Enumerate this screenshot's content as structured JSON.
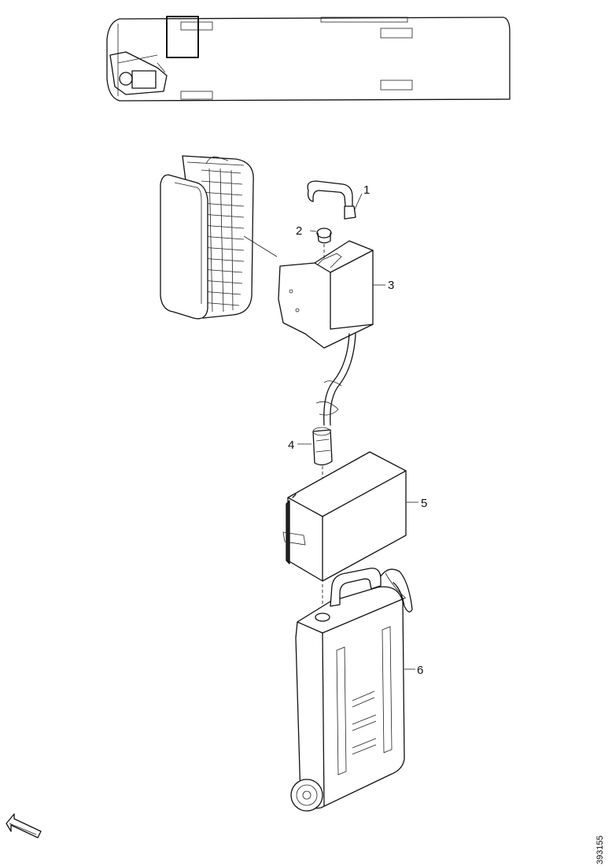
{
  "diagram": {
    "callouts": [
      {
        "id": "1",
        "label": "1"
      },
      {
        "id": "2",
        "label": "2"
      },
      {
        "id": "3",
        "label": "3"
      },
      {
        "id": "4",
        "label": "4"
      },
      {
        "id": "5",
        "label": "5"
      },
      {
        "id": "6",
        "label": "6"
      }
    ],
    "document_number": "393155"
  }
}
